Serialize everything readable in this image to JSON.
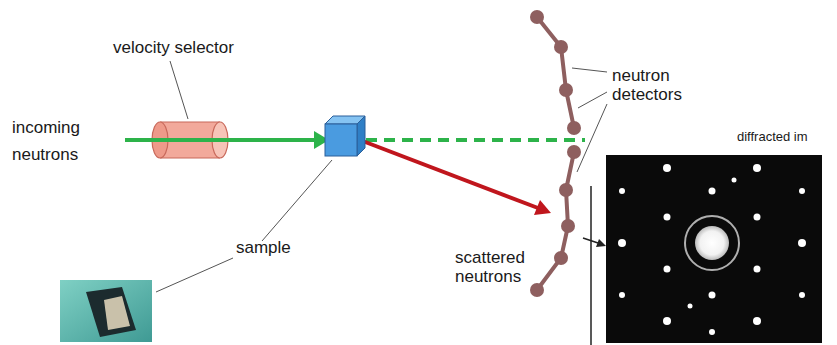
{
  "diagram": {
    "labels": [
      "velocity selector",
      "incoming neutrons",
      "sample",
      "scattered neutrons",
      "neutron detectors",
      "diffracted im"
    ]
  }
}
